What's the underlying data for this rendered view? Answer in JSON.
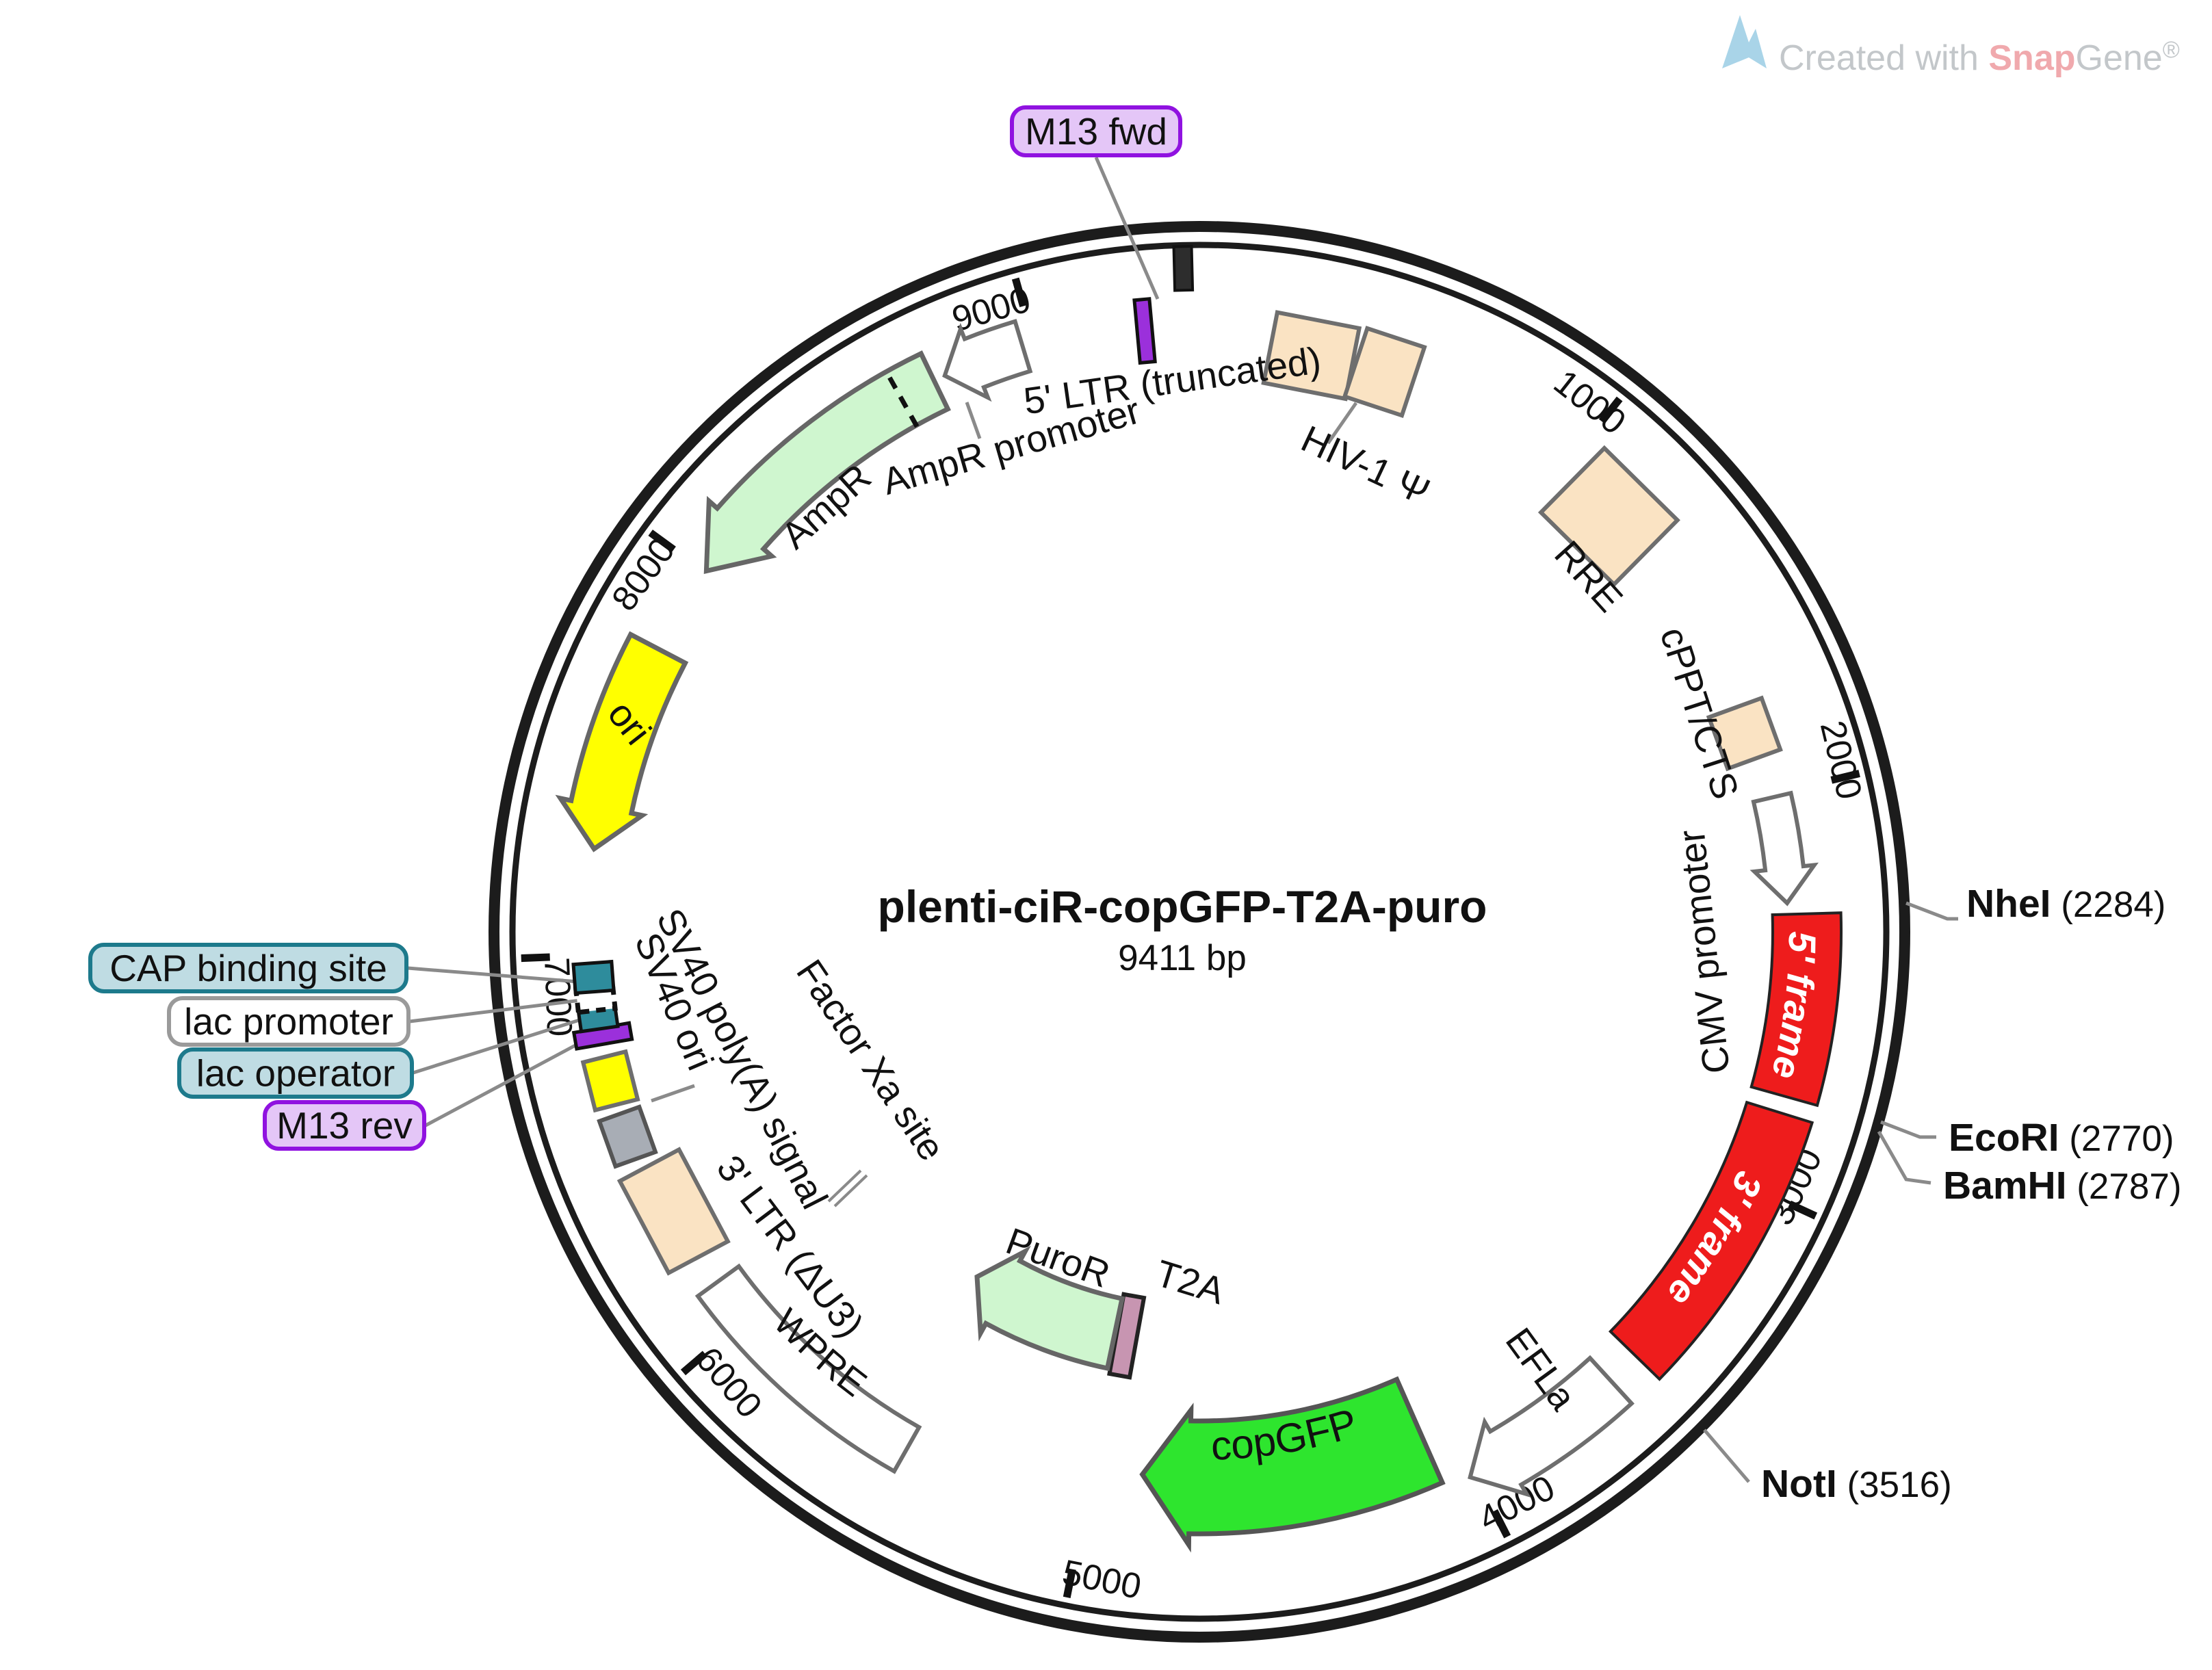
{
  "plasmid": {
    "name": "plenti-ciR-copGFP-T2A-puro",
    "size_label": "9411 bp"
  },
  "watermark": {
    "prefix": "Created with ",
    "brand_bold": "Snap",
    "brand_rest": "Gene",
    "registered": "®",
    "logo_color": "#a9d4e8",
    "text_color": "#c3c7ca",
    "brand_color": "#f0a9ad"
  },
  "ticks": [
    "1000",
    "2000",
    "3000",
    "4000",
    "5000",
    "6000",
    "7000",
    "8000",
    "9000"
  ],
  "boxed_labels": {
    "m13_fwd": "M13 fwd",
    "cap_binding": "CAP binding site",
    "lac_promoter": "lac promoter",
    "lac_operator": "lac operator",
    "m13_rev": "M13 rev"
  },
  "feature_labels": {
    "five_ltr": "5' LTR (truncated)",
    "ampr_promoter": "AmpR promoter",
    "ampr": "AmpR",
    "ori": "ori",
    "hiv_psi": "HIV-1 Ψ",
    "rre": "RRE",
    "cppt": "cPPT/CTS",
    "cmv": "CMV promoter",
    "frame5": "5' frame",
    "frame3": "3' frame",
    "efla": "EFLa",
    "copgfp": "copGFP",
    "t2a": "T2A",
    "puror": "PuroR",
    "factor_xa": "Factor Xa site",
    "wpre": "WPRE",
    "ltr3": "3' LTR (ΔU3)",
    "sv40_polya": "SV40 poly(A) signal",
    "sv40_ori": "SV40 ori"
  },
  "enzymes": [
    {
      "name": "NheI",
      "position": "(2284)"
    },
    {
      "name": "EcoRI",
      "position": "(2770)"
    },
    {
      "name": "BamHI",
      "position": "(2787)"
    },
    {
      "name": "NotI",
      "position": "(3516)"
    }
  ],
  "colors": {
    "ring": "#1c1c1c",
    "tick": "#111111",
    "leader": "#8a8a8a",
    "peach": "#fae3c3",
    "red": "#ee1c1c",
    "green": "#2ee52e",
    "pale_green": "#cff6cf",
    "yellow": "#ffff00",
    "gray_box": "#a8adb5",
    "pink": "#c795b1",
    "teal": "#2e8c9c",
    "purple": "#9b30db",
    "white": "#ffffff",
    "outline": "#6e6e6e",
    "label_teal_fill": "#bfdce3",
    "label_teal_border": "#1d7a8c",
    "label_purple_fill": "#e4c6f7",
    "label_purple_border": "#9012e0",
    "label_white_border": "#9a9a9a",
    "text": "#111111"
  }
}
